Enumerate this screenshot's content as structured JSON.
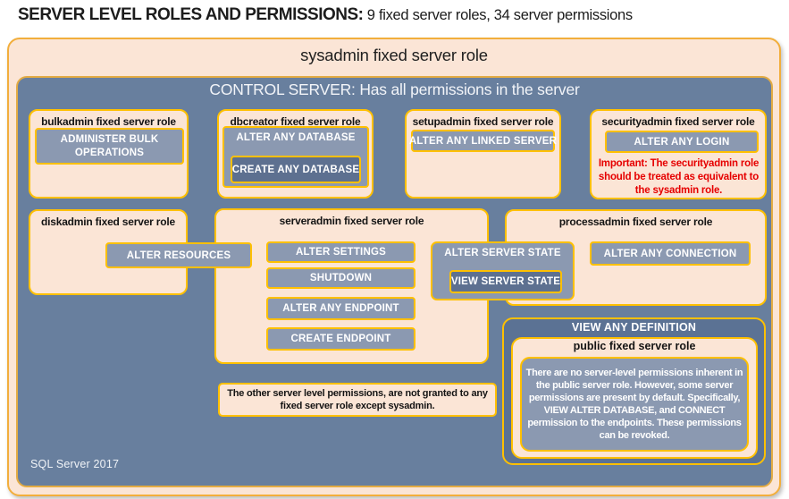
{
  "title": {
    "bold": "SERVER LEVEL ROLES AND PERMISSIONS:",
    "rest": " 9 fixed server roles, 34 server permissions"
  },
  "sysadmin": {
    "label": "sysadmin fixed server role"
  },
  "control_server": {
    "header": "CONTROL SERVER: Has all permissions in the server",
    "footer": "SQL Server 2017"
  },
  "roles": {
    "bulkadmin": {
      "label": "bulkadmin fixed server role",
      "perm": "ADMINISTER BULK OPERATIONS"
    },
    "dbcreator": {
      "label": "dbcreator fixed server role",
      "outer_perm": "ALTER ANY DATABASE",
      "inner_perm": "CREATE ANY DATABASE"
    },
    "setupadmin": {
      "label": "setupadmin fixed server role",
      "perm": "ALTER ANY LINKED SERVER"
    },
    "securityadmin": {
      "label": "securityadmin fixed server role",
      "perm": "ALTER ANY LOGIN",
      "warning": "Important: The securityadmin role should be treated as equivalent to the sysadmin role."
    },
    "diskadmin": {
      "label": "diskadmin fixed server role",
      "perm": "ALTER RESOURCES"
    },
    "serveradmin": {
      "label": "serveradmin fixed server role",
      "perms": [
        "ALTER SETTINGS",
        "SHUTDOWN",
        "ALTER ANY ENDPOINT",
        "CREATE ENDPOINT"
      ],
      "state_perm": "ALTER SERVER STATE",
      "state_nested_perm": "VIEW SERVER STATE"
    },
    "processadmin": {
      "label": "processadmin fixed server role",
      "perm": "ALTER ANY CONNECTION"
    }
  },
  "note": {
    "text": "The other server level permissions, are not granted to any fixed server role except sysadmin."
  },
  "view_any_definition": {
    "header": "VIEW ANY DEFINITION",
    "public_role": {
      "label": "public fixed server role",
      "text": "There are no server-level permissions inherent in the public server role. However, some server permissions are present by default. Specifically, VIEW ALTER DATABASE, and CONNECT permission to the endpoints. These permissions can be revoked."
    }
  },
  "colors": {
    "peach_fill": "#fbe5d6",
    "slate_background": "#687f9e",
    "permission_fill": "#8b99b1",
    "permission_dark_fill": "#5d7090",
    "view_definition_fill": "#5b7294",
    "gold_border": "#ffc000",
    "warning_red": "#e60000"
  }
}
